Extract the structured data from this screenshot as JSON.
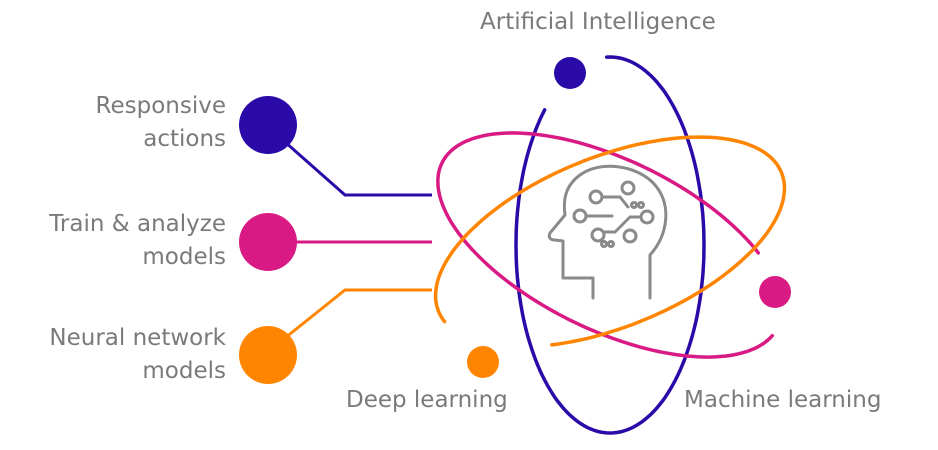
{
  "colors": {
    "blue": "#2a0aa8",
    "pink": "#d91a84",
    "orange": "#ff8500",
    "text": "#7a7a7a",
    "icon": "#8a8a8a"
  },
  "labels": {
    "ai": "Artificial Intelligence",
    "deep": "Deep learning",
    "machine": "Machine learning",
    "responsive_1": "Responsive",
    "responsive_2": "actions",
    "train_1": "Train & analyze",
    "train_2": "models",
    "neural_1": "Neural network",
    "neural_2": "models"
  },
  "center_icon": "brain-circuit-head-icon"
}
